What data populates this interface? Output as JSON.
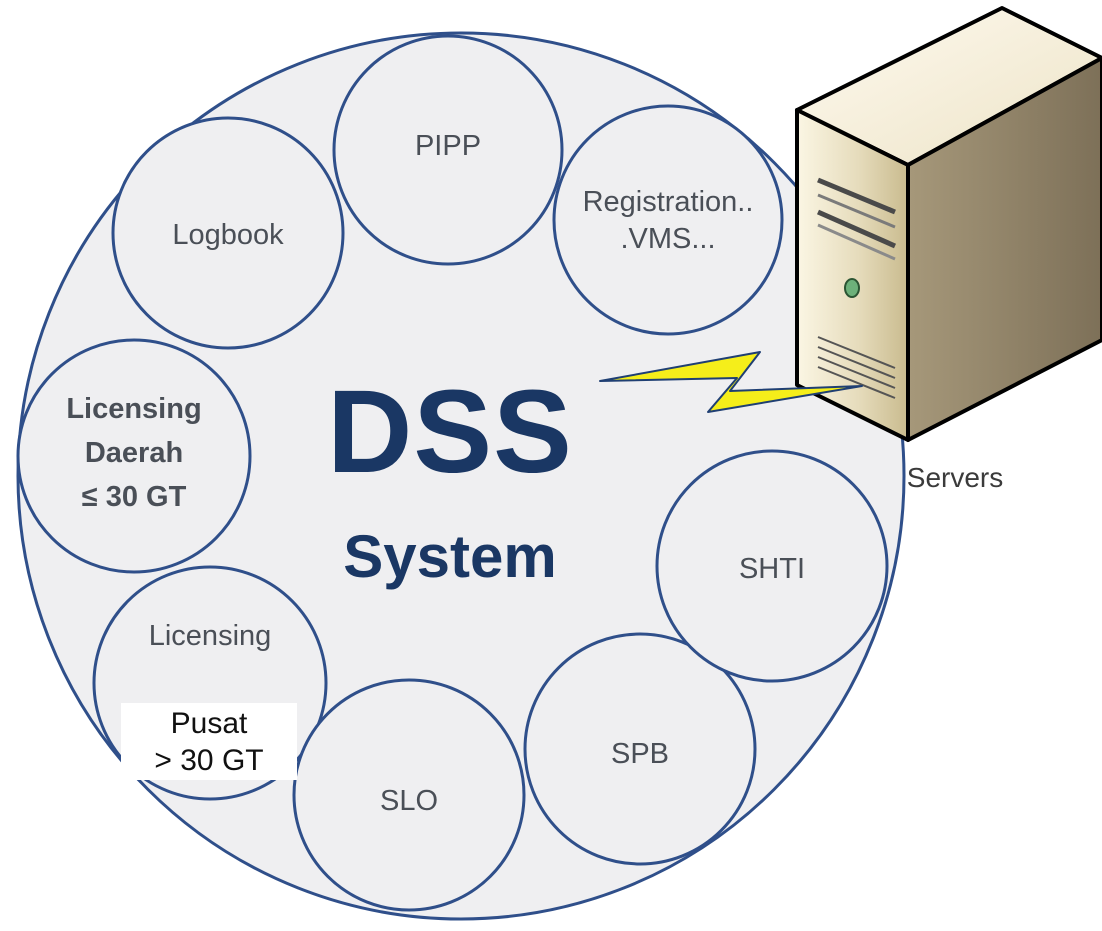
{
  "diagram": {
    "title": "DSS",
    "subtitle": "System",
    "modules": {
      "pipp": "PIPP",
      "logbook": "Logbook",
      "registration_line1": "Registration..",
      "registration_line2": ".VMS...",
      "licensing_daerah_line1": "Licensing",
      "licensing_daerah_line2": "Daerah",
      "licensing_daerah_line3": "≤ 30 GT",
      "licensing_pusat_line1": "Licensing",
      "licensing_pusat_line2": "Pusat",
      "licensing_pusat_line3": "> 30 GT",
      "slo": "SLO",
      "spb": "SPB",
      "shti": "SHTI"
    },
    "server_label": "Servers",
    "colors": {
      "circle_stroke": "#2f4f8a",
      "circle_fill": "#efeff1",
      "title_color": "#1a3764",
      "lightning": "#f5ee1a"
    }
  }
}
